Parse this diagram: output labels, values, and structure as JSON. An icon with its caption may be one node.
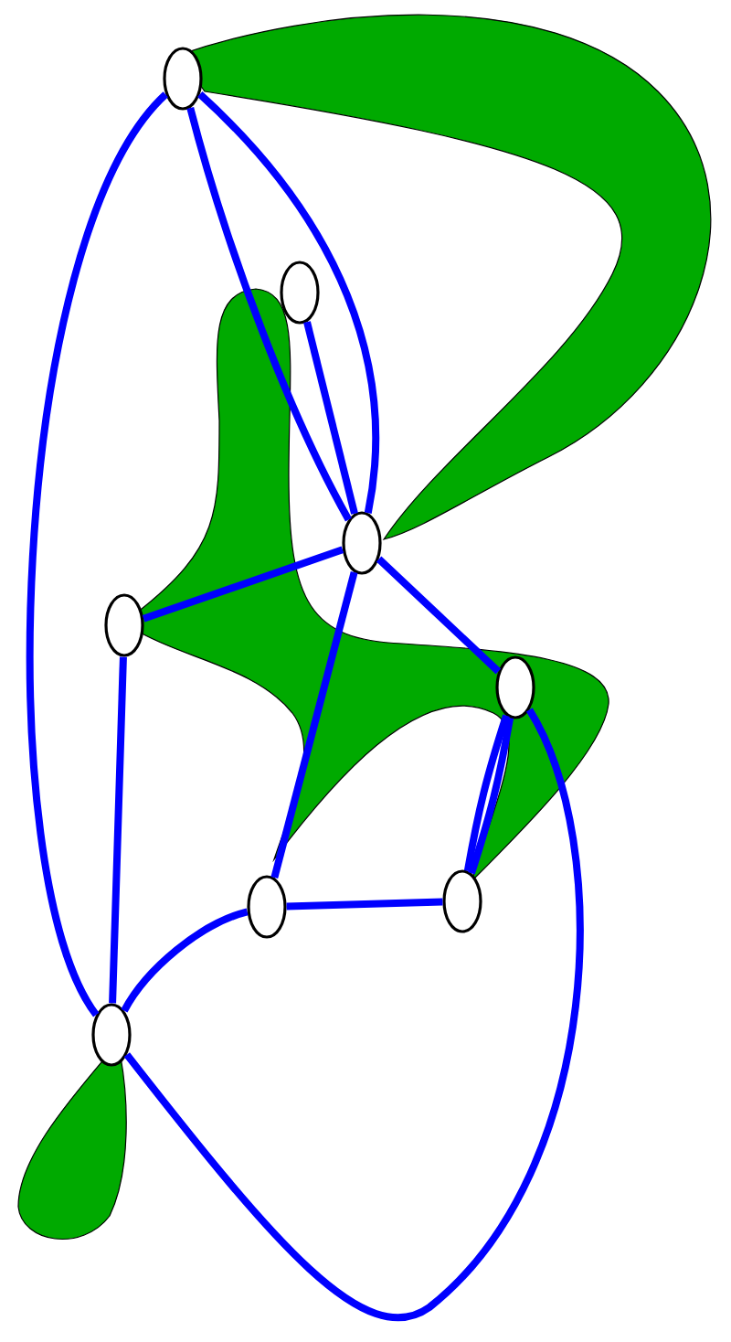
{
  "diagram": {
    "nodes": [
      {
        "text": [],
        "shape": "ellipse"
      },
      {
        "text": [],
        "shape": "ellipse"
      },
      {
        "text": [],
        "shape": "ellipse"
      },
      {
        "text": [],
        "shape": "ellipse"
      },
      {
        "text": [],
        "shape": "ellipse"
      },
      {
        "text": [],
        "shape": "ellipse"
      },
      {
        "text": [],
        "shape": "ellipse"
      },
      {
        "text": [],
        "shape": "ellipse"
      }
    ],
    "edges": [
      {
        "from": 0,
        "to": 2,
        "arrow": "none"
      },
      {
        "from": 0,
        "to": 2,
        "arrow": "none"
      },
      {
        "from": 1,
        "to": 2,
        "arrow": "none"
      },
      {
        "from": 0,
        "to": 7,
        "arrow": "none"
      },
      {
        "from": 2,
        "to": 3,
        "arrow": "none"
      },
      {
        "from": 2,
        "to": 4,
        "arrow": "none"
      },
      {
        "from": 2,
        "to": 5,
        "arrow": "none"
      },
      {
        "from": 3,
        "to": 7,
        "arrow": "none"
      },
      {
        "from": 7,
        "to": 5,
        "arrow": "none"
      },
      {
        "from": 5,
        "to": 6,
        "arrow": "none"
      },
      {
        "from": 4,
        "to": 6,
        "arrow": "none"
      },
      {
        "from": 4,
        "to": 6,
        "arrow": "none"
      },
      {
        "from": 7,
        "to": 4,
        "arrow": "none"
      }
    ]
  }
}
